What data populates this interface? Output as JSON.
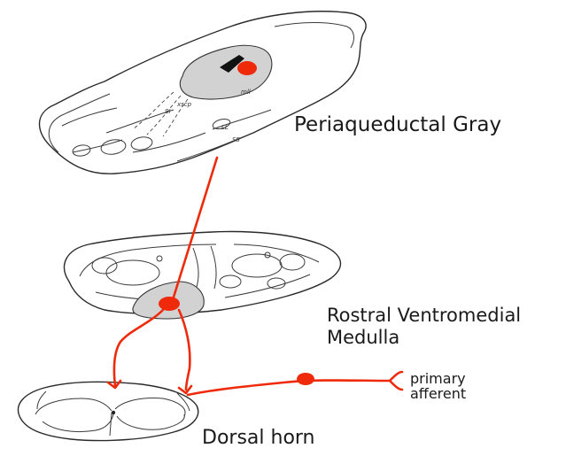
{
  "labels": {
    "pag": "Periaqueductal Gray",
    "rvm_line1": "Rostral Ventromedial",
    "rvm_line2": "Medulla",
    "dorsal_horn": "Dorsal horn",
    "primary_afferent_line1": "primary",
    "primary_afferent_line2": "afferent"
  },
  "section_annotations": {
    "mll": "mll",
    "xscp": "xscp",
    "si": "SI",
    "ll": "LL",
    "ss": "SS"
  },
  "colors": {
    "pathway": "#ee2a0b",
    "gray_region": "#d2d2d2",
    "outline": "#2a2a2a"
  }
}
